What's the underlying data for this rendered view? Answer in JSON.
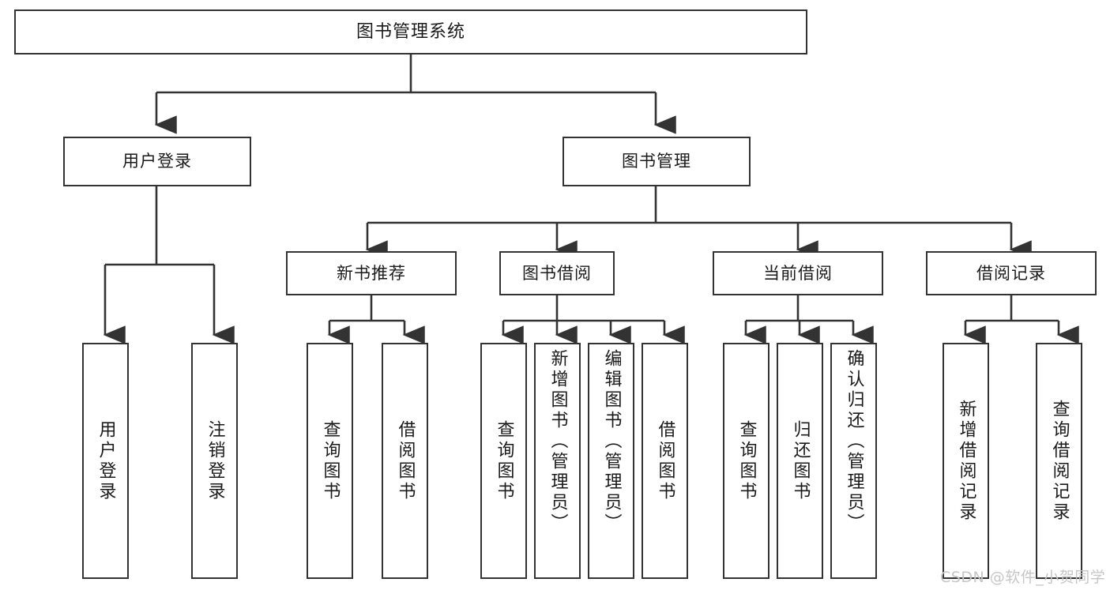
{
  "diagram": {
    "type": "tree",
    "title": "图书管理系统",
    "orientation": "top-down",
    "colors": {
      "box_border": "#333333",
      "box_fill": "#ffffff",
      "edge": "#333333",
      "text": "#1a1a1a",
      "watermark": "#c6c6c6",
      "background": "#ffffff"
    },
    "root": {
      "label": "图书管理系统"
    },
    "level2": [
      {
        "label": "用户登录"
      },
      {
        "label": "图书管理"
      }
    ],
    "level3": [
      {
        "label": "新书推荐"
      },
      {
        "label": "图书借阅"
      },
      {
        "label": "当前借阅"
      },
      {
        "label": "借阅记录"
      }
    ],
    "leaves": {
      "user_login": [
        {
          "label": "用户登录"
        },
        {
          "label": "注销登录"
        }
      ],
      "new_book_recommend": [
        {
          "label": "查询图书"
        },
        {
          "label": "借阅图书"
        }
      ],
      "book_borrow": [
        {
          "label": "查询图书"
        },
        {
          "label": "新增图书（管理员）"
        },
        {
          "label": "编辑图书（管理员）"
        },
        {
          "label": "借阅图书"
        }
      ],
      "current_borrow": [
        {
          "label": "查询图书"
        },
        {
          "label": "归还图书"
        },
        {
          "label": "确认归还（管理员）"
        }
      ],
      "borrow_record": [
        {
          "label": "新增借阅记录"
        },
        {
          "label": "查询借阅记录"
        }
      ]
    },
    "watermark": "CSDN @软件_小贺同学"
  }
}
